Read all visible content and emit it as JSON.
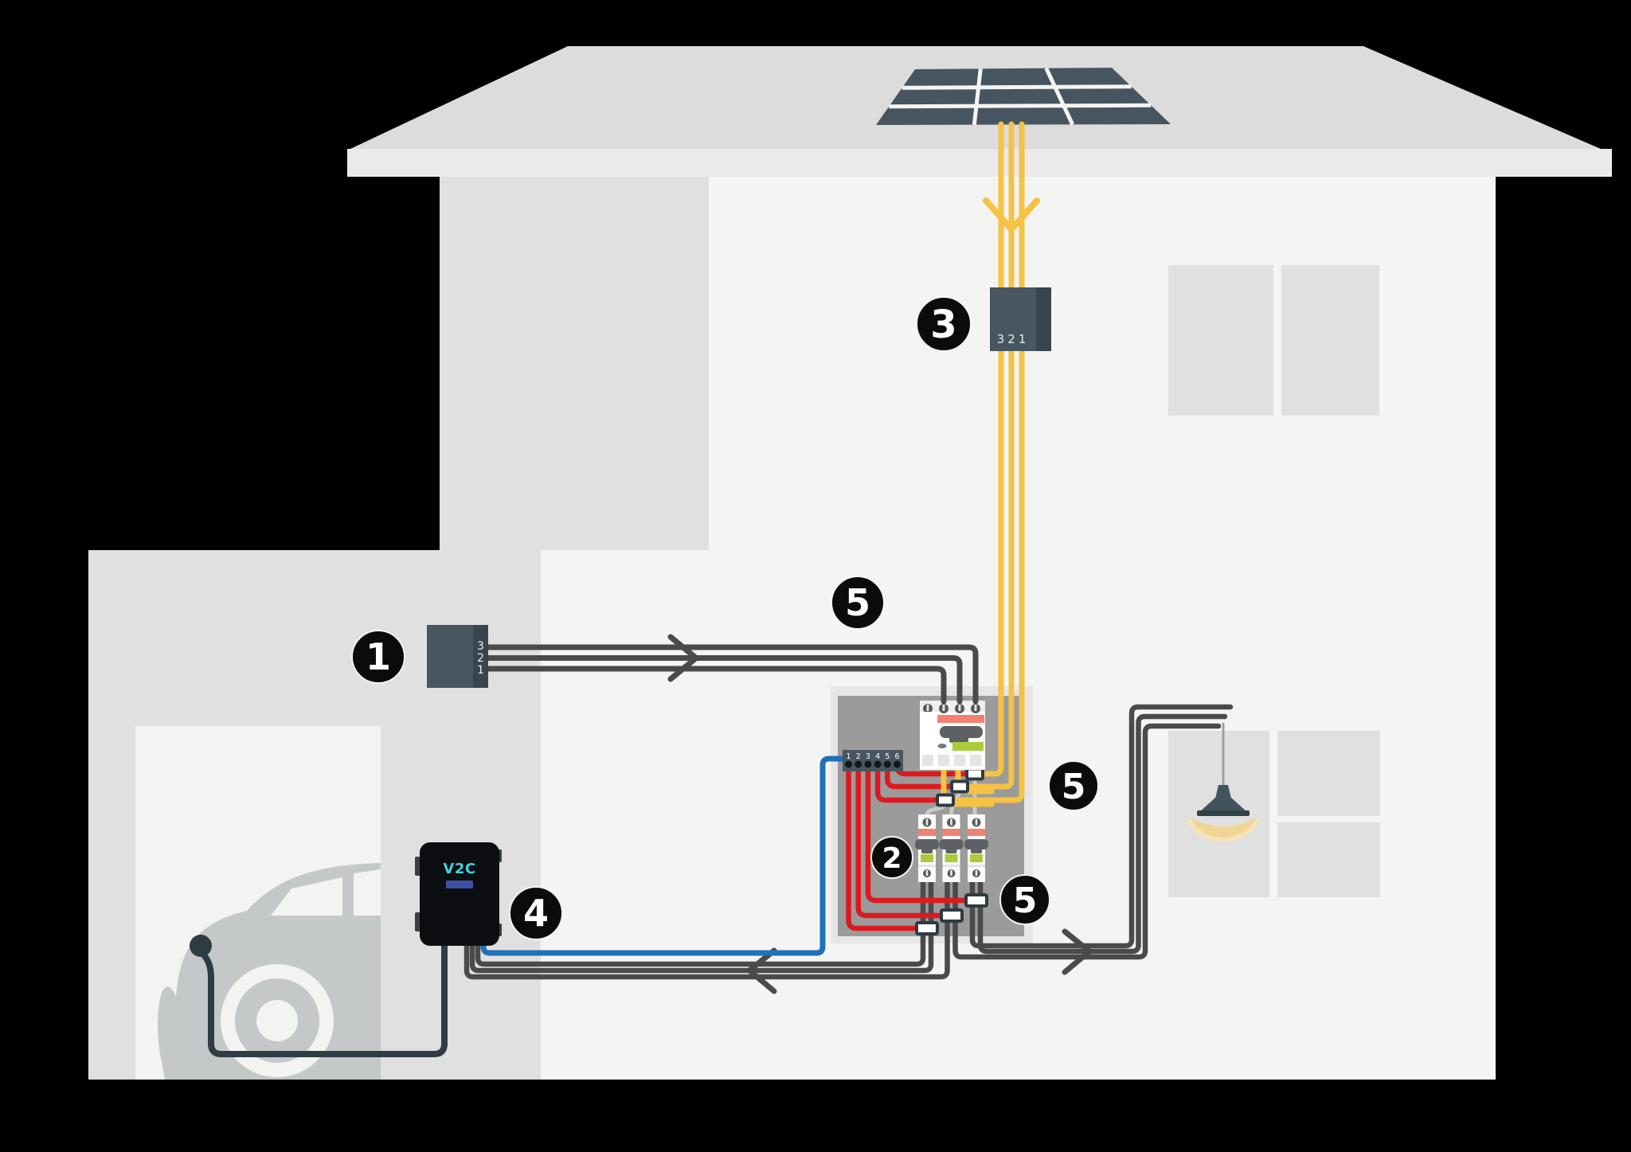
{
  "markers": {
    "grid_meter": "1",
    "breakers": "2",
    "solar_meter": "3",
    "charger": "4",
    "wiring": "5"
  },
  "grid_meter": {
    "digits": [
      "3",
      "2",
      "1"
    ]
  },
  "solar_meter": {
    "label": "321"
  },
  "terminal_block": {
    "digits": [
      "1",
      "2",
      "3",
      "4",
      "5",
      "6"
    ]
  },
  "charger": {
    "brand": "V2C"
  },
  "colors": {
    "background": "#000000",
    "roof": "#dcdcdd",
    "fascia": "#eaeaea",
    "facade": "#f4f4f3",
    "wall_gray": "#e0e0e0",
    "window_gray": "#e0e0e0",
    "solar_cell": "#46555f",
    "device_slate": "#47565f",
    "device_slate_dark": "#39454e",
    "wire_yellow": "#f5c243",
    "wire_red": "#dd1920",
    "wire_blue": "#1f72b8",
    "wire_dark": "#4a4a4a",
    "cable_teal": "#2e3d44",
    "car_gray": "#c5c8c9",
    "breaker_salmon": "#f08173",
    "breaker_green": "#a9ca3b",
    "handle_gray": "#5d6163",
    "panel_inner": "#9b9b9b",
    "panel_outer": "#e6e6e6",
    "marker_black": "#0b0b0b",
    "logo_cyan": "#45d0df",
    "logo_bar_blue": "#3e51a6",
    "lamp_slate": "#41535e",
    "lamp_glow": "#f0d596"
  }
}
